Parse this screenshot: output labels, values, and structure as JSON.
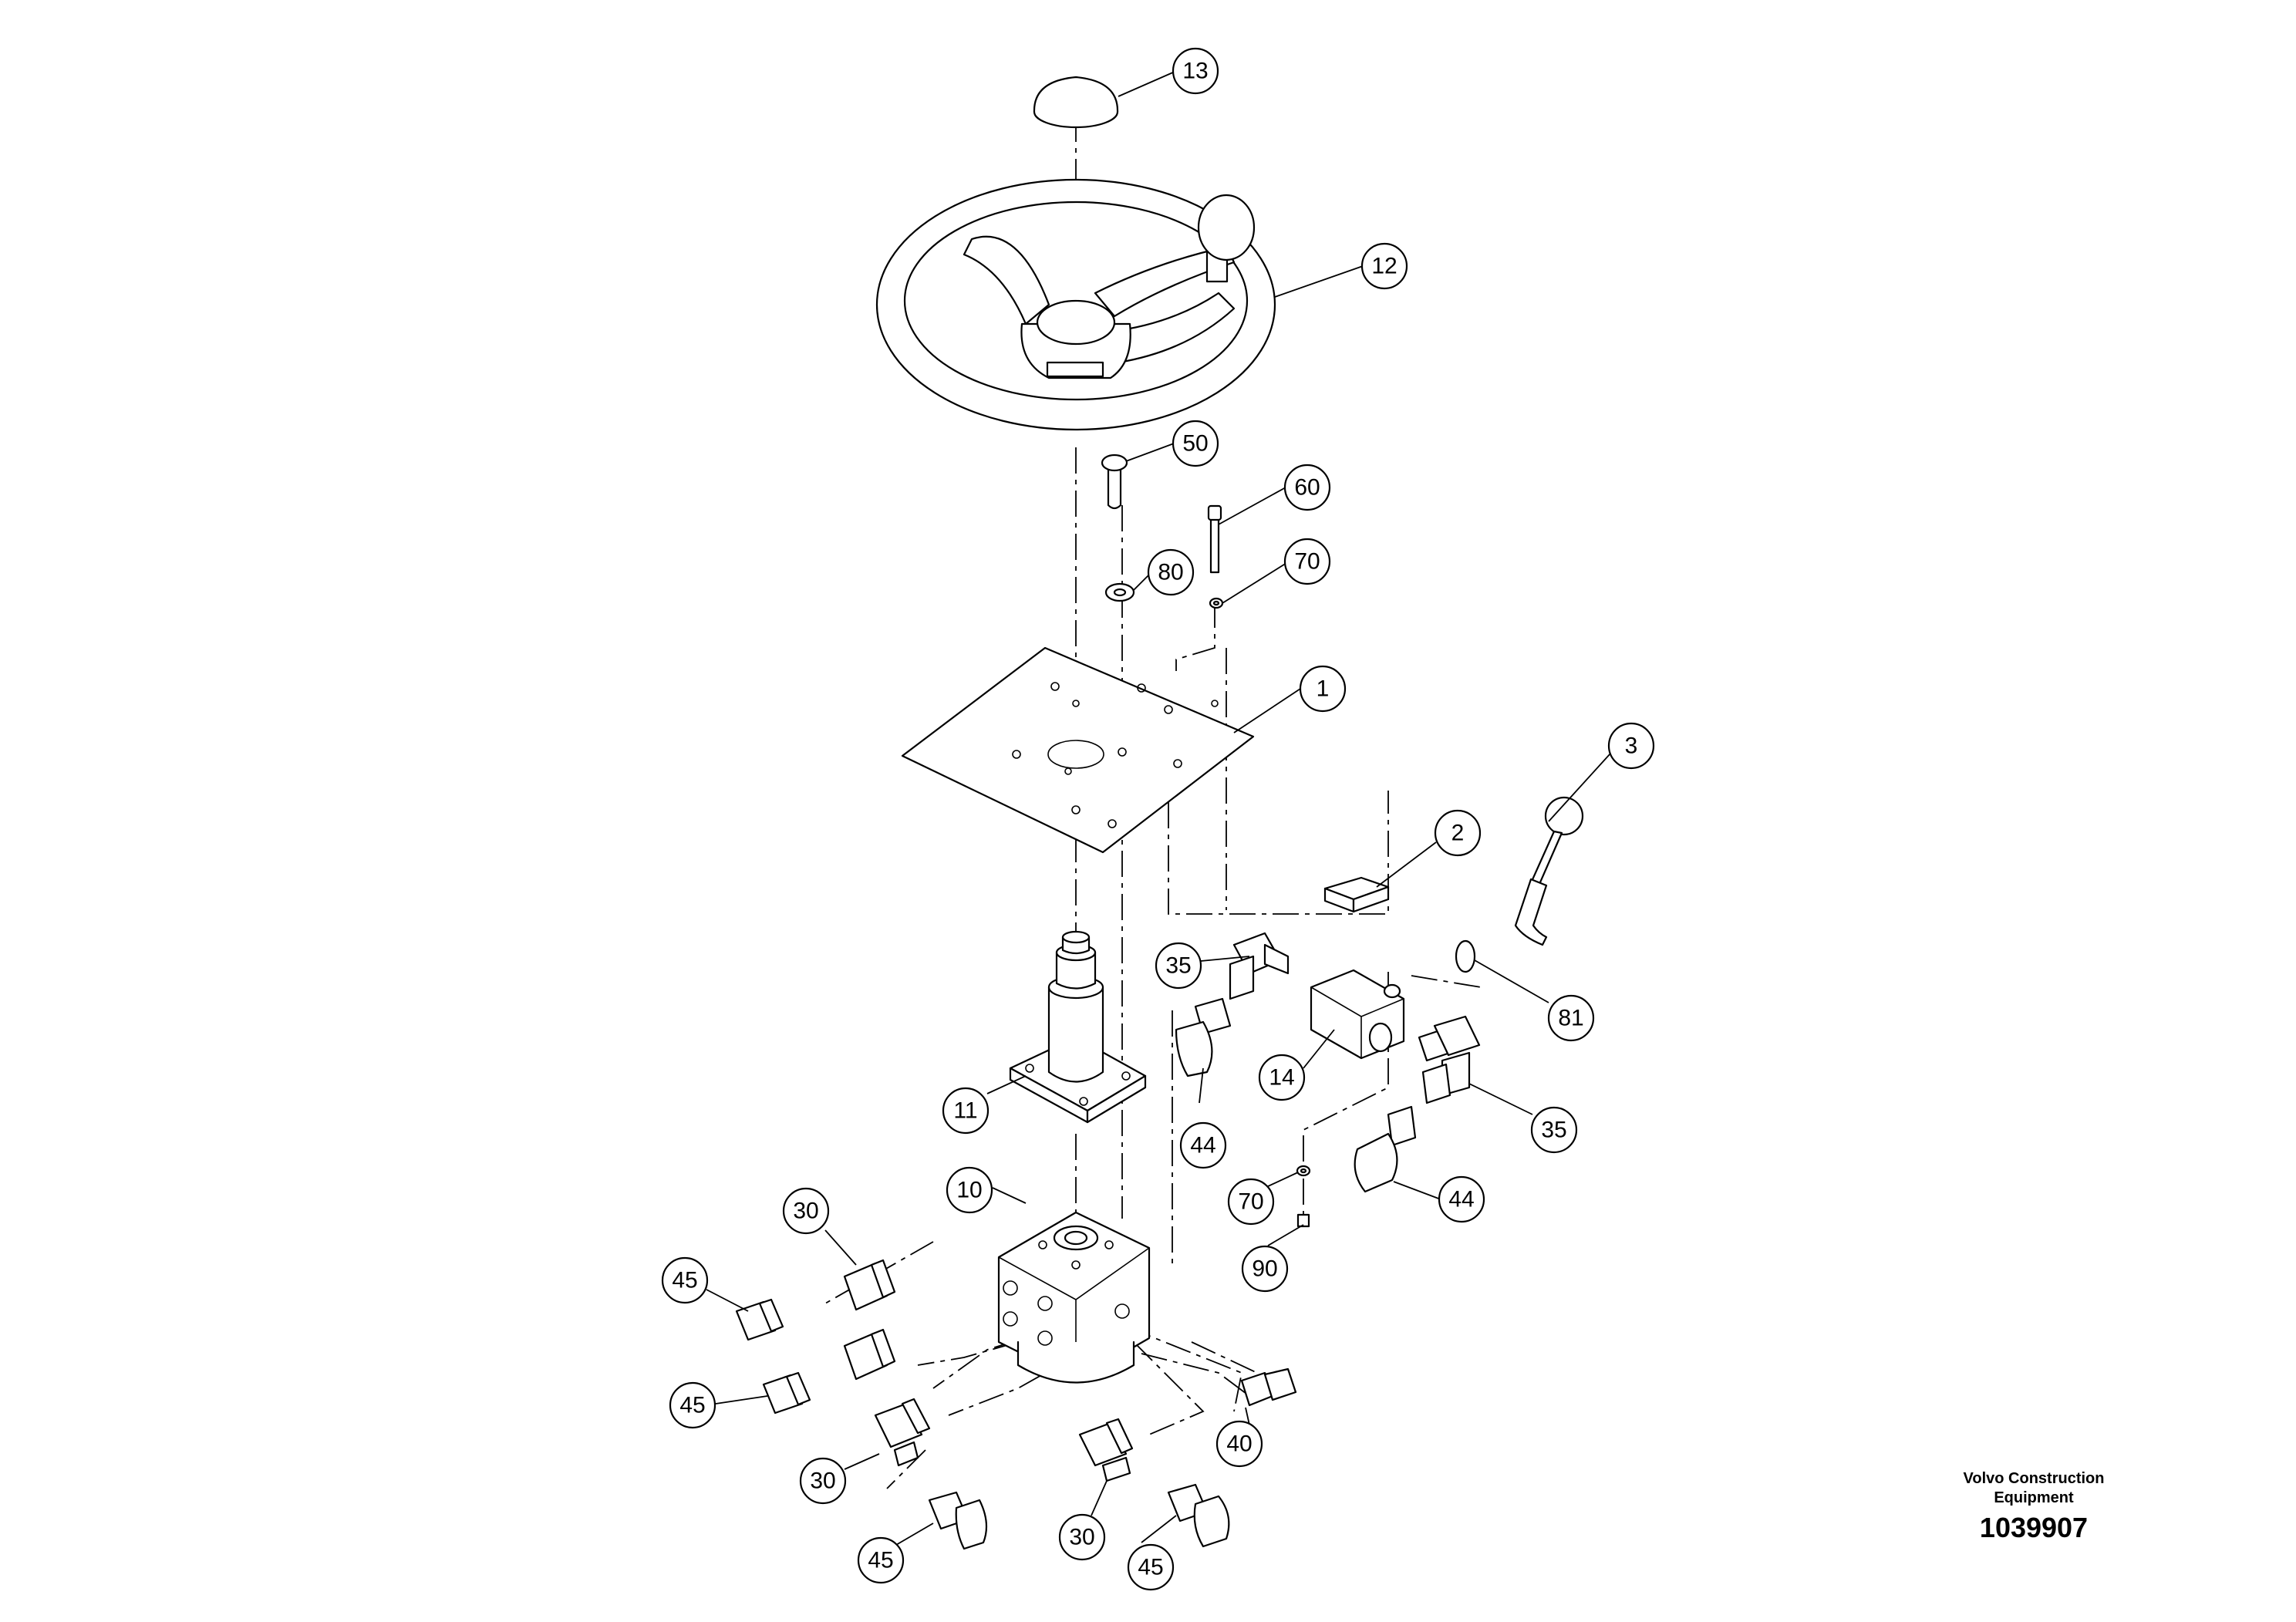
{
  "callouts": [
    {
      "id": "callout-13",
      "label": "13"
    },
    {
      "id": "callout-12",
      "label": "12"
    },
    {
      "id": "callout-50",
      "label": "50"
    },
    {
      "id": "callout-60",
      "label": "60"
    },
    {
      "id": "callout-80",
      "label": "80"
    },
    {
      "id": "callout-70-top",
      "label": "70"
    },
    {
      "id": "callout-1",
      "label": "1"
    },
    {
      "id": "callout-3",
      "label": "3"
    },
    {
      "id": "callout-2",
      "label": "2"
    },
    {
      "id": "callout-35-left",
      "label": "35"
    },
    {
      "id": "callout-81",
      "label": "81"
    },
    {
      "id": "callout-14",
      "label": "14"
    },
    {
      "id": "callout-11",
      "label": "11"
    },
    {
      "id": "callout-35-right",
      "label": "35"
    },
    {
      "id": "callout-44-left",
      "label": "44"
    },
    {
      "id": "callout-70-bottom",
      "label": "70"
    },
    {
      "id": "callout-44-right",
      "label": "44"
    },
    {
      "id": "callout-10",
      "label": "10"
    },
    {
      "id": "callout-30-top",
      "label": "30"
    },
    {
      "id": "callout-90",
      "label": "90"
    },
    {
      "id": "callout-45-top",
      "label": "45"
    },
    {
      "id": "callout-45-mid",
      "label": "45"
    },
    {
      "id": "callout-40",
      "label": "40"
    },
    {
      "id": "callout-30-left",
      "label": "30"
    },
    {
      "id": "callout-30-bottom",
      "label": "30"
    },
    {
      "id": "callout-45-bottom-left",
      "label": "45"
    },
    {
      "id": "callout-45-bottom-right",
      "label": "45"
    }
  ],
  "footer": {
    "brand_line1": "Volvo Construction",
    "brand_line2": "Equipment",
    "document_number": "1039907"
  }
}
